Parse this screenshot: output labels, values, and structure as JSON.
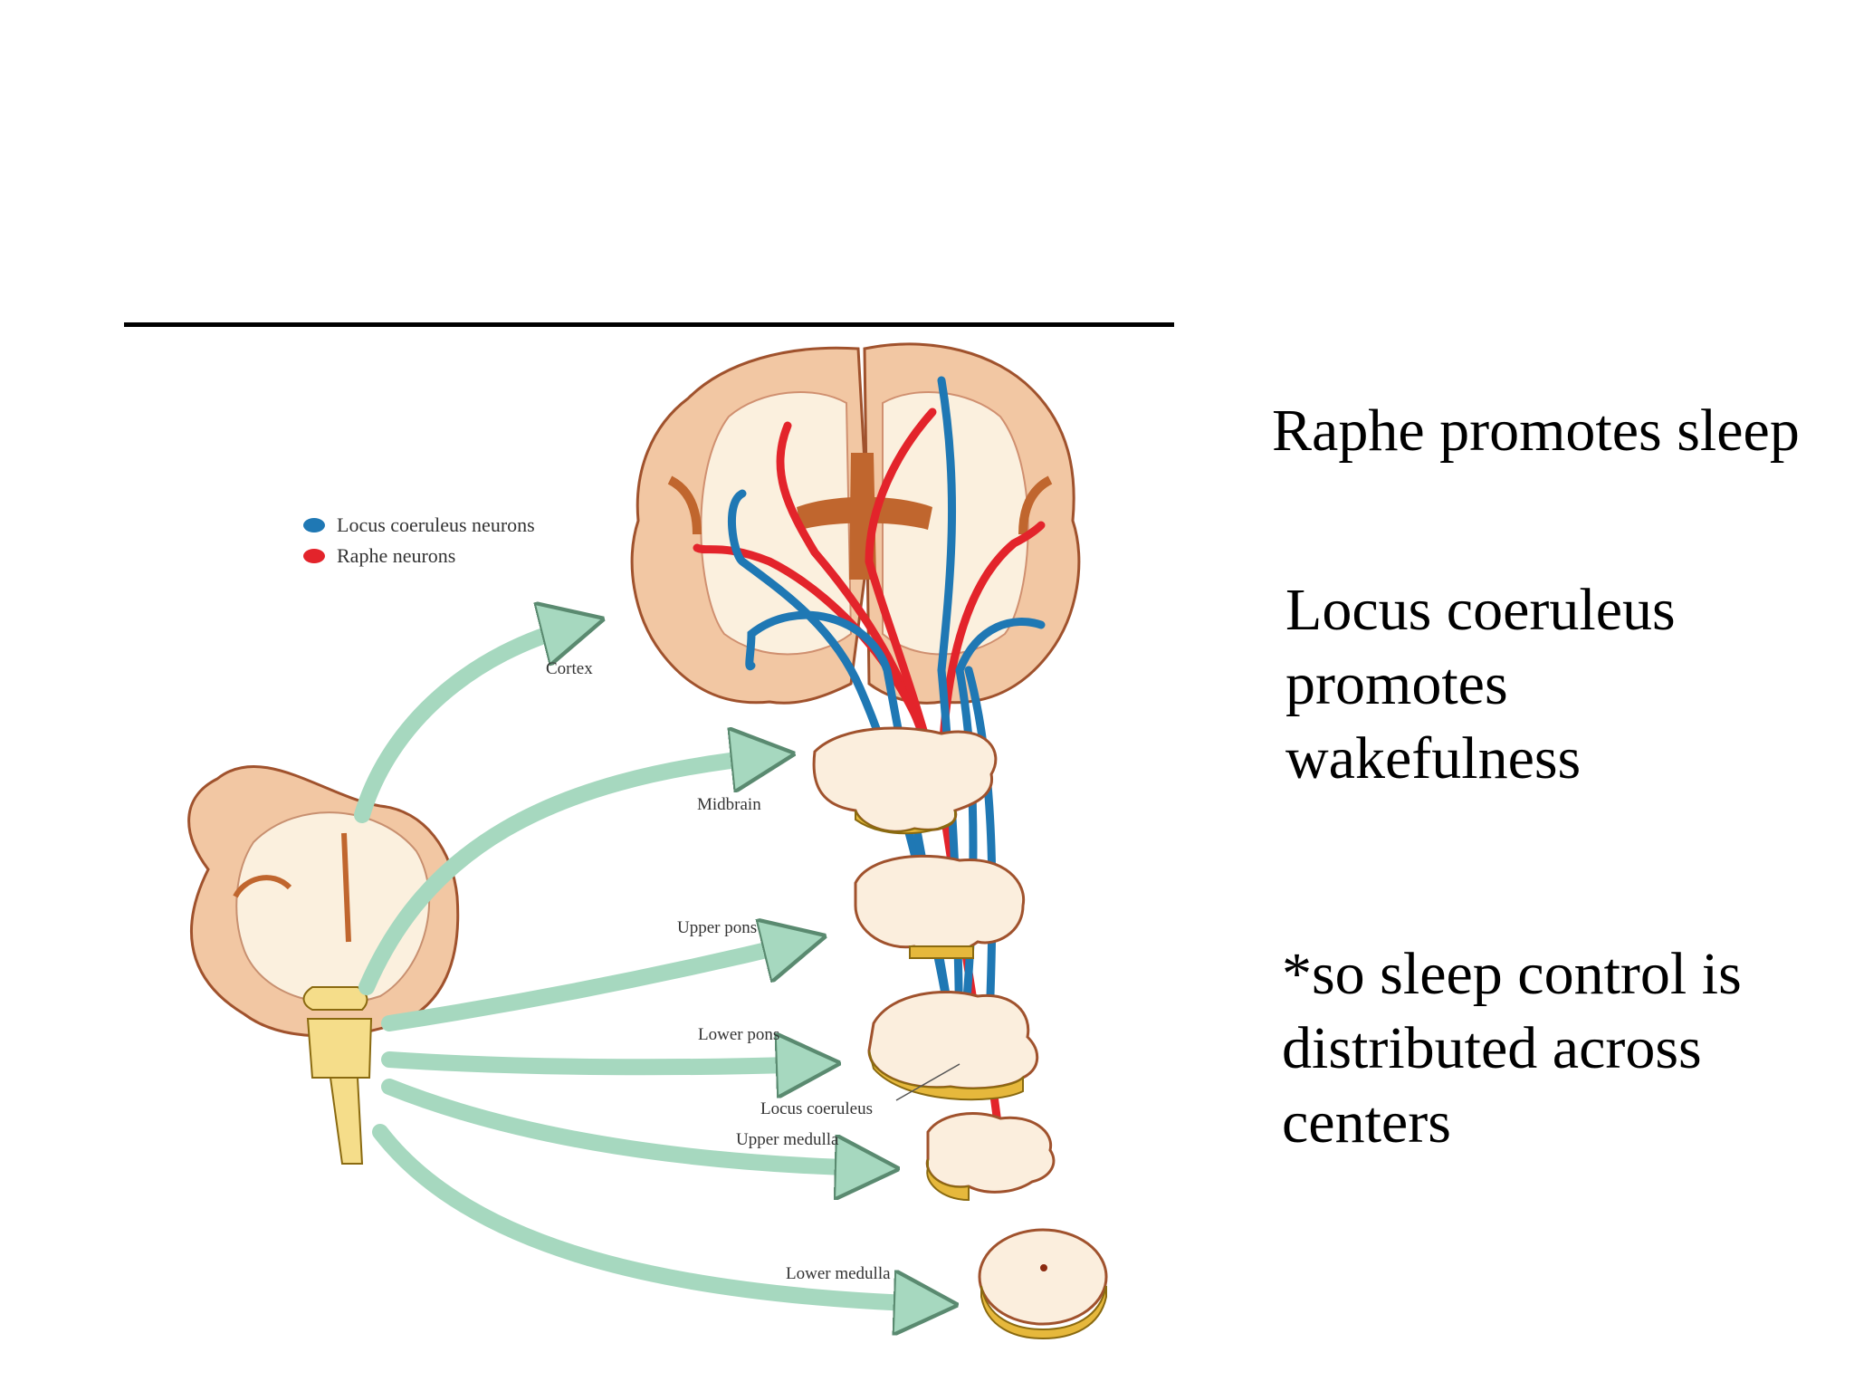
{
  "slide": {
    "statements": [
      "Raphe promotes sleep",
      "Locus coeruleus\npromotes\nwakefulness",
      "*so sleep control is\ndistributed across\ncenters"
    ]
  },
  "figure": {
    "legend": {
      "locus": "Locus coeruleus neurons",
      "raphe": "Raphe neurons"
    },
    "labels": {
      "cortex": "Cortex",
      "midbrain": "Midbrain",
      "upper_pons": "Upper pons",
      "lower_pons": "Lower pons",
      "locus_coeruleus": "Locus coeruleus",
      "upper_medulla": "Upper medulla",
      "lower_medulla": "Lower medulla"
    },
    "colors": {
      "locus": "#1f78b4",
      "raphe": "#e3242b",
      "arrow": "#a6d8bf",
      "tissue": "#f2c7a3",
      "brainstem": "#f5dd8a"
    }
  }
}
